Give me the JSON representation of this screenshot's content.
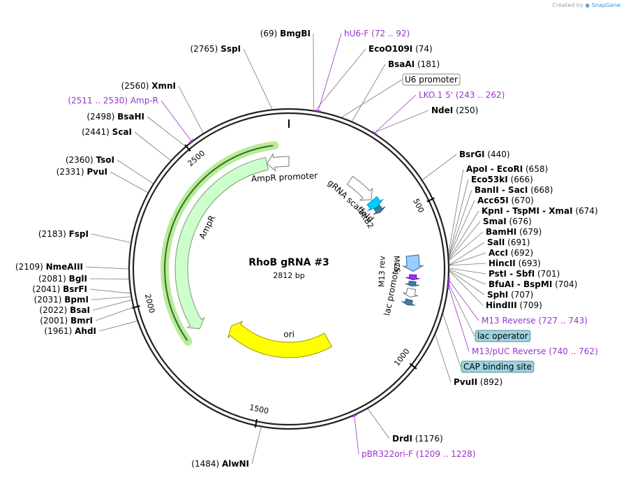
{
  "credit": {
    "prefix": "Created by",
    "brand": "SnapGene"
  },
  "plasmid": {
    "name": "RhoB gRNA #3",
    "length": "2812 bp",
    "size": 2812
  },
  "ticks": [
    {
      "label": "500",
      "bp": 500
    },
    {
      "label": "1000",
      "bp": 1000
    },
    {
      "label": "1500",
      "bp": 1500
    },
    {
      "label": "2000",
      "bp": 2000
    },
    {
      "label": "2500",
      "bp": 2500
    }
  ],
  "sites": [
    {
      "id": "bmgbi",
      "name": "BmgBI",
      "pos": "(69)",
      "bp": 69,
      "align": "right"
    },
    {
      "id": "hu6f",
      "name": "hU6-F",
      "pos": "(72 .. 92)",
      "bp": 82,
      "align": "left",
      "primer": true
    },
    {
      "id": "eco0109i",
      "name": "EcoO109I",
      "pos": "(74)",
      "bp": 74,
      "align": "left"
    },
    {
      "id": "bsaai",
      "name": "BsaAI",
      "pos": "(181)",
      "bp": 181,
      "align": "left"
    },
    {
      "id": "u6promoter",
      "name": "U6 promoter",
      "pos": "",
      "bp": 150,
      "align": "left",
      "box": "white"
    },
    {
      "id": "lko15",
      "name": "LKO.1 5'",
      "pos": "(243 .. 262)",
      "bp": 252,
      "align": "left",
      "primer": true
    },
    {
      "id": "ndei",
      "name": "NdeI",
      "pos": "(250)",
      "bp": 250,
      "align": "left"
    },
    {
      "id": "bsrgi",
      "name": "BsrGI",
      "pos": "(440)",
      "bp": 440,
      "align": "left"
    },
    {
      "id": "apoi",
      "name": "ApoI  -  EcoRI",
      "pos": "(658)",
      "bp": 658,
      "align": "left"
    },
    {
      "id": "eco53ki",
      "name": "Eco53kI",
      "pos": "(666)",
      "bp": 666,
      "align": "left"
    },
    {
      "id": "banii",
      "name": "BanII  -  SacI",
      "pos": "(668)",
      "bp": 668,
      "align": "left"
    },
    {
      "id": "acc65i",
      "name": "Acc65I",
      "pos": "(670)",
      "bp": 670,
      "align": "left"
    },
    {
      "id": "kpni",
      "name": "KpnI  -  TspMI  -  XmaI",
      "pos": "(674)",
      "bp": 674,
      "align": "left"
    },
    {
      "id": "smai",
      "name": "SmaI",
      "pos": "(676)",
      "bp": 676,
      "align": "left"
    },
    {
      "id": "bamhi",
      "name": "BamHI",
      "pos": "(679)",
      "bp": 679,
      "align": "left"
    },
    {
      "id": "sali",
      "name": "SalI",
      "pos": "(691)",
      "bp": 691,
      "align": "left"
    },
    {
      "id": "acci",
      "name": "AccI",
      "pos": "(692)",
      "bp": 692,
      "align": "left"
    },
    {
      "id": "hincii",
      "name": "HincII",
      "pos": "(693)",
      "bp": 693,
      "align": "left"
    },
    {
      "id": "psti",
      "name": "PstI  -  SbfI",
      "pos": "(701)",
      "bp": 701,
      "align": "left"
    },
    {
      "id": "bfuai",
      "name": "BfuAI  -  BspMI",
      "pos": "(704)",
      "bp": 704,
      "align": "left"
    },
    {
      "id": "sphi",
      "name": "SphI",
      "pos": "(707)",
      "bp": 707,
      "align": "left"
    },
    {
      "id": "hindiii",
      "name": "HindIII",
      "pos": "(709)",
      "bp": 709,
      "align": "left"
    },
    {
      "id": "m13rev",
      "name": "M13 Reverse",
      "pos": "(727 .. 743)",
      "bp": 735,
      "align": "left",
      "primer": true
    },
    {
      "id": "lacop",
      "name": "lac operator",
      "pos": "",
      "bp": 745,
      "align": "left",
      "box": "teal"
    },
    {
      "id": "m13puc",
      "name": "M13/pUC Reverse",
      "pos": "(740 .. 762)",
      "bp": 751,
      "align": "left",
      "primer": true
    },
    {
      "id": "capbind",
      "name": "CAP binding site",
      "pos": "",
      "bp": 830,
      "align": "left",
      "box": "teal"
    },
    {
      "id": "pvuii",
      "name": "PvuII",
      "pos": "(892)",
      "bp": 892,
      "align": "left"
    },
    {
      "id": "drdi",
      "name": "DrdI",
      "pos": "(1176)",
      "bp": 1176,
      "align": "left"
    },
    {
      "id": "pbr322",
      "name": "pBR322ori-F",
      "pos": "(1209 .. 1228)",
      "bp": 1218,
      "align": "left",
      "primer": true
    },
    {
      "id": "alwni",
      "name": "AlwNI",
      "pos": "(1484)",
      "bp": 1484,
      "align": "right"
    },
    {
      "id": "ahdi",
      "name": "AhdI",
      "pos": "(1961)",
      "bp": 1961,
      "align": "right"
    },
    {
      "id": "bmri",
      "name": "BmrI",
      "pos": "(2001)",
      "bp": 2001,
      "align": "right"
    },
    {
      "id": "bsai",
      "name": "BsaI",
      "pos": "(2022)",
      "bp": 2022,
      "align": "right"
    },
    {
      "id": "bpmi",
      "name": "BpmI",
      "pos": "(2031)",
      "bp": 2031,
      "align": "right"
    },
    {
      "id": "bsrfi",
      "name": "BsrFI",
      "pos": "(2041)",
      "bp": 2041,
      "align": "right"
    },
    {
      "id": "bgli",
      "name": "BglI",
      "pos": "(2081)",
      "bp": 2081,
      "align": "right"
    },
    {
      "id": "nmeaiii",
      "name": "NmeAIII",
      "pos": "(2109)",
      "bp": 2109,
      "align": "right"
    },
    {
      "id": "fspi",
      "name": "FspI",
      "pos": "(2183)",
      "bp": 2183,
      "align": "right"
    },
    {
      "id": "pvui",
      "name": "PvuI",
      "pos": "(2331)",
      "bp": 2331,
      "align": "right"
    },
    {
      "id": "tsoi",
      "name": "TsoI",
      "pos": "(2360)",
      "bp": 2360,
      "align": "right"
    },
    {
      "id": "scai",
      "name": "ScaI",
      "pos": "(2441)",
      "bp": 2441,
      "align": "right"
    },
    {
      "id": "bsahi",
      "name": "BsaHI",
      "pos": "(2498)",
      "bp": 2498,
      "align": "right"
    },
    {
      "id": "ampr_primer",
      "name": "Amp-R",
      "pos": "(2511 .. 2530)",
      "bp": 2520,
      "align": "right",
      "primer": true
    },
    {
      "id": "xmni",
      "name": "XmnI",
      "pos": "(2560)",
      "bp": 2560,
      "align": "right"
    },
    {
      "id": "sspi",
      "name": "SspI",
      "pos": "(2765)",
      "bp": 2765,
      "align": "right"
    }
  ],
  "features": [
    {
      "id": "ampr",
      "label": "AmpR",
      "color": "#ccffcc",
      "stroke": "#7a9a7a",
      "start": 1845,
      "end": 2720,
      "reverse": true
    },
    {
      "id": "ampr_promoter",
      "label": "AmpR promoter",
      "color": "#ffffff",
      "stroke": "#777777",
      "start": 2720,
      "end": 2812,
      "reverse": true
    },
    {
      "id": "grna",
      "label": "gRNA scaffold",
      "color": "#ffffff",
      "stroke": "#777777",
      "start": 270,
      "end": 390,
      "reverse": false
    },
    {
      "id": "ori",
      "label": "ori",
      "color": "#ffff00",
      "stroke": "#999900",
      "start": 1180,
      "end": 1760,
      "reverse": false
    },
    {
      "id": "attb2",
      "label": "attB2",
      "color": "#3a7fa0",
      "stroke": "#2a5f78",
      "start": 430,
      "end": 455,
      "reverse": false
    },
    {
      "id": "cyan_arrow",
      "label": "",
      "color": "#00ccff",
      "stroke": "#0099cc",
      "start": 395,
      "end": 430,
      "reverse": false
    },
    {
      "id": "mcs",
      "label": "MCS",
      "color": "#99ccff",
      "stroke": "#336699",
      "start": 655,
      "end": 712,
      "reverse": false
    },
    {
      "id": "m13rev_feature",
      "label": "M13 rev",
      "color": "#9933ff",
      "stroke": "#6600cc",
      "start": 724,
      "end": 742,
      "reverse": false
    },
    {
      "id": "lacop_feature",
      "label": "",
      "color": "#3a7fa0",
      "stroke": "#2a5f78",
      "start": 748,
      "end": 765,
      "reverse": false
    },
    {
      "id": "lacprom",
      "label": "lac promoter",
      "color": "#ffffff",
      "stroke": "#777777",
      "start": 775,
      "end": 805,
      "reverse": false
    },
    {
      "id": "cap_feature",
      "label": "",
      "color": "#3a7fa0",
      "stroke": "#2a5f78",
      "start": 815,
      "end": 835,
      "reverse": false
    }
  ],
  "colors": {
    "site_text": "#000000",
    "primer": "#9933cc",
    "leader": "#777777",
    "backbone": "#222222",
    "ampr_highlight": "#b7ec9a"
  }
}
